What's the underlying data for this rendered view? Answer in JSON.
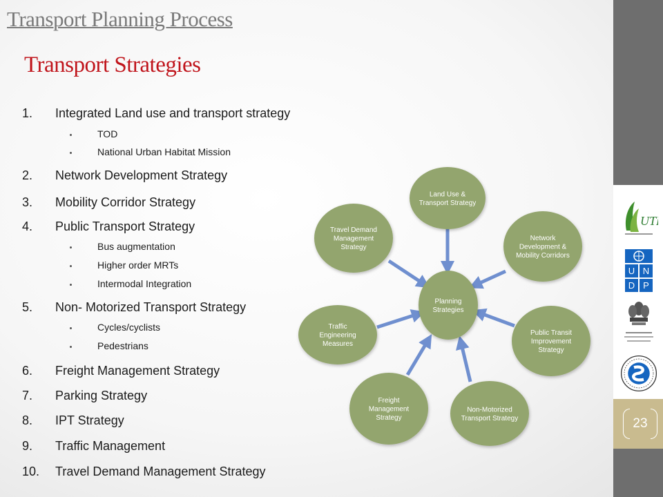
{
  "header": {
    "title": "Transport Planning Process",
    "subtitle": "Transport Strategies"
  },
  "list": [
    {
      "num": "1.",
      "label": "Integrated Land use and transport strategy",
      "subs": [
        "TOD",
        "National Urban Habitat Mission"
      ]
    },
    {
      "num": "2.",
      "label": "Network Development Strategy",
      "subs": []
    },
    {
      "num": "3.",
      "label": "Mobility Corridor Strategy",
      "subs": []
    },
    {
      "num": "4.",
      "label": "Public Transport Strategy",
      "subs": [
        "Bus augmentation",
        "Higher order MRTs",
        "Intermodal Integration"
      ]
    },
    {
      "num": "5.",
      "label": "Non- Motorized Transport Strategy",
      "subs": [
        "Cycles/cyclists",
        "Pedestrians"
      ]
    },
    {
      "num": "6.",
      "label": "Freight Management Strategy",
      "subs": []
    },
    {
      "num": "7.",
      "label": "Parking Strategy",
      "subs": []
    },
    {
      "num": "8.",
      "label": "IPT Strategy",
      "subs": []
    },
    {
      "num": "9.",
      "label": "Traffic Management",
      "subs": []
    },
    {
      "num": "10.",
      "label": "Travel Demand Management Strategy",
      "subs": []
    }
  ],
  "diagram": {
    "center": [
      "Planning",
      "Strategies"
    ],
    "nodes": [
      {
        "key": "land-use",
        "lines": [
          "Land Use &",
          "Transport Strategy"
        ]
      },
      {
        "key": "network",
        "lines": [
          "Network",
          "Development &",
          "Mobility Corridors"
        ]
      },
      {
        "key": "public-transit",
        "lines": [
          "Public Transit",
          "Improvement",
          "Strategy"
        ]
      },
      {
        "key": "non-motorized",
        "lines": [
          "Non-Motorized",
          "Transport Strategy"
        ]
      },
      {
        "key": "freight",
        "lines": [
          "Freight",
          "Management",
          "Strategy"
        ]
      },
      {
        "key": "traffic-engineering",
        "lines": [
          "Traffic",
          "Engineering",
          "Measures"
        ]
      },
      {
        "key": "travel-demand",
        "lines": [
          "Travel Demand",
          "Management",
          "Strategy"
        ]
      }
    ],
    "colors": {
      "node": "#93a56e",
      "arrow": "#6f8fcf"
    }
  },
  "footer": {
    "page_number": "23"
  }
}
